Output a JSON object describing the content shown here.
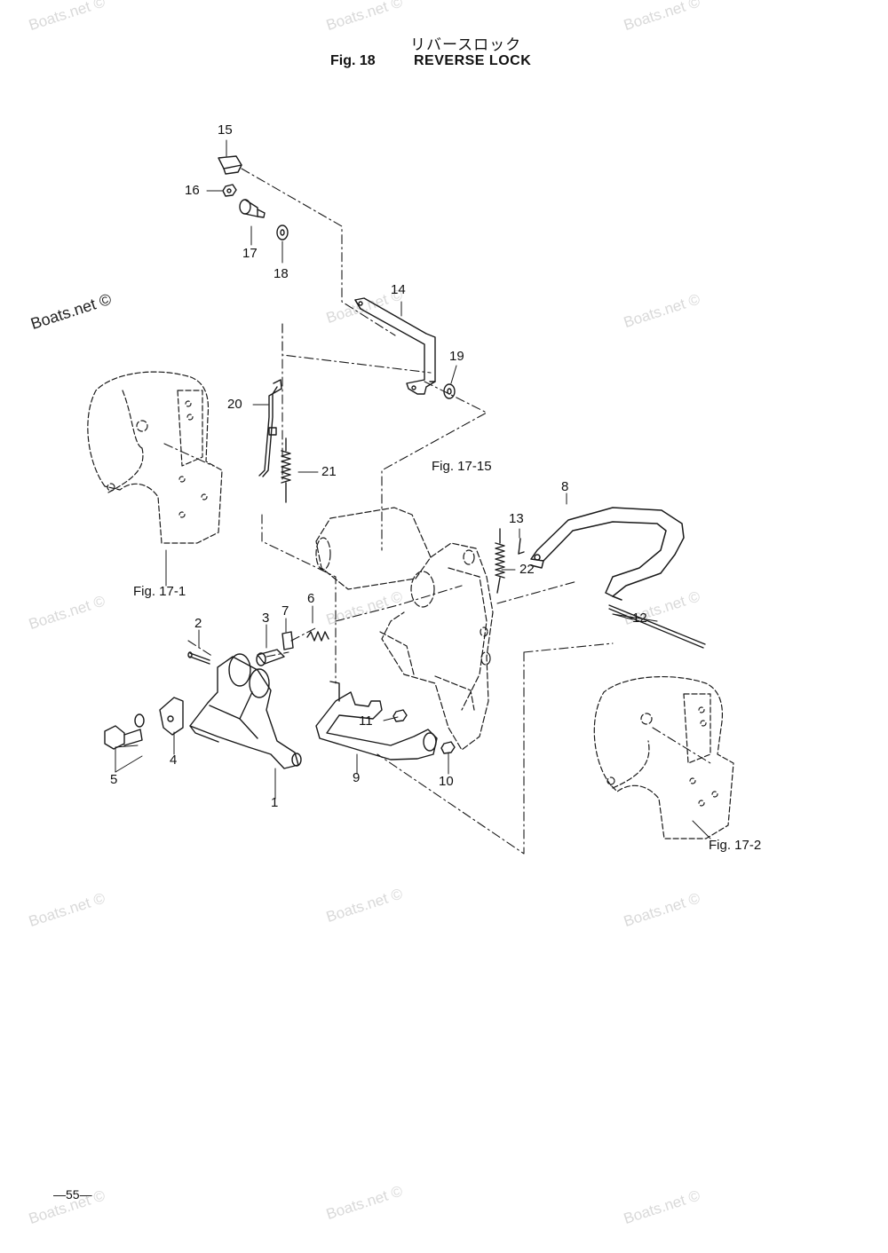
{
  "title": {
    "japanese": "リバースロック",
    "figure": "Fig. 18",
    "name": "REVERSE LOCK"
  },
  "watermark": "Boats.net ©",
  "part_labels": [
    "1",
    "2",
    "3",
    "4",
    "5",
    "6",
    "7",
    "8",
    "9",
    "10",
    "11",
    "12",
    "13",
    "14",
    "15",
    "16",
    "17",
    "18",
    "19",
    "20",
    "21",
    "22"
  ],
  "figure_refs": [
    "Fig. 17-15",
    "Fig. 17-1",
    "Fig. 17-2"
  ],
  "page_number": "—55—"
}
